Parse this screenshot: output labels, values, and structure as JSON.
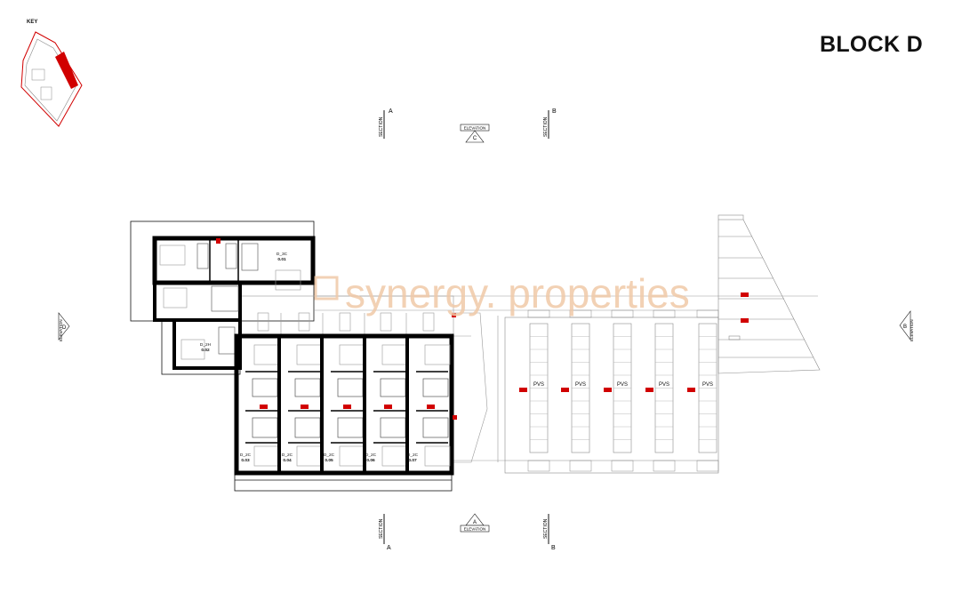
{
  "title": "BLOCK D",
  "key_label": "KEY",
  "watermark": "synergy. properties",
  "section_label": "SECTION",
  "elevation_label": "ELEVATION",
  "sections": {
    "a_top": "A",
    "b_top": "B",
    "a_bottom": "A",
    "b_bottom": "B"
  },
  "elevations": {
    "c": "C",
    "a": "A",
    "d": "D",
    "b": "B"
  },
  "units": [
    {
      "type": "D_3C",
      "code": "0.01"
    },
    {
      "type": "D_2H",
      "code": "0.02"
    },
    {
      "type": "D_2C",
      "code": "0.03"
    },
    {
      "type": "D_2C",
      "code": "0.04"
    },
    {
      "type": "D_2C",
      "code": "0.05"
    },
    {
      "type": "D_2C",
      "code": "0.06"
    },
    {
      "type": "D_2C",
      "code": "0.07"
    }
  ],
  "parking_label": "PVS",
  "parking_count": 5,
  "colors": {
    "accent_red": "#d10000",
    "wall": "#000000",
    "line": "#9a9a9a",
    "watermark": "#f0c9a8"
  }
}
